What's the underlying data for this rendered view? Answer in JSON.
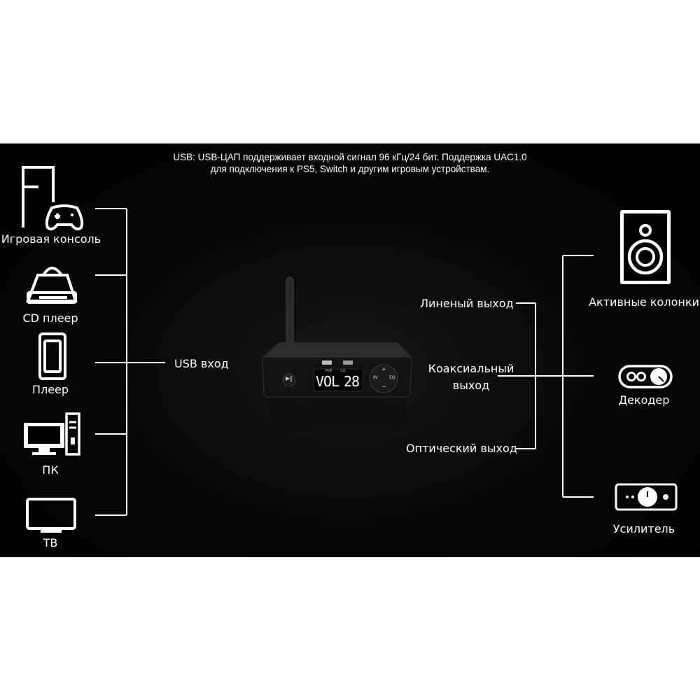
{
  "header": {
    "line1": "USB: USB-ЦАП поддерживает входной сигнал 96 кГц/24 бит. Поддержка UAC1.0",
    "line2": "для подключения к PS5, Switch и другим игровым устройствам."
  },
  "inputs": {
    "label": "USB вход",
    "devices": [
      {
        "label": "Игровая консоль",
        "icon": "game-console-icon"
      },
      {
        "label": "CD плеер",
        "icon": "cd-player-icon"
      },
      {
        "label": "Плеер",
        "icon": "media-player-icon"
      },
      {
        "label": "ПК",
        "icon": "pc-icon"
      },
      {
        "label": "ТВ",
        "icon": "tv-icon"
      }
    ]
  },
  "outputs": {
    "types": [
      {
        "label": "Линеный выход"
      },
      {
        "label_line1": "Коаксиальный",
        "label_line2": "выход"
      },
      {
        "label": "Оптический выход"
      }
    ],
    "devices": [
      {
        "label": "Активные колонки",
        "icon": "speaker-icon"
      },
      {
        "label": "Декодер",
        "icon": "decoder-icon"
      },
      {
        "label": "Усилитель",
        "icon": "amplifier-icon"
      }
    ]
  },
  "device_display": {
    "mode": "VOL",
    "value": "28",
    "small_left": "PCB",
    "small_right": "LS",
    "btn_in": "IN",
    "btn_eq": "EQ",
    "btn_plus": "+",
    "btn_minus": "−"
  },
  "colors": {
    "background": "#000000",
    "line": "#ffffff",
    "text": "#ffffff"
  }
}
